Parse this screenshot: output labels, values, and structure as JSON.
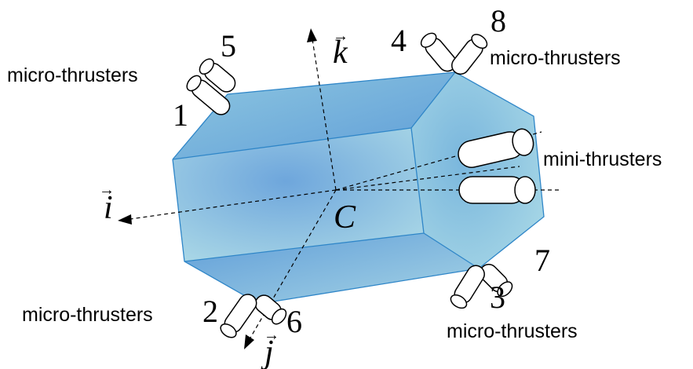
{
  "axes": {
    "i": "i",
    "j": "j",
    "k": "k",
    "center": "C"
  },
  "thruster_numbers": [
    "1",
    "2",
    "3",
    "4",
    "5",
    "6",
    "7",
    "8"
  ],
  "labels": {
    "micro_top_left": "micro-thrusters",
    "micro_top_right": "micro-thrusters",
    "micro_bottom_left": "micro-thrusters",
    "micro_bottom_right": "micro-thrusters",
    "mini_right": "mini-thrusters"
  },
  "colors": {
    "body_light": "#a9d8e8",
    "body_mid": "#7fc0de",
    "body_dark": "#5d9bd8",
    "edge": "#2f86c8"
  }
}
